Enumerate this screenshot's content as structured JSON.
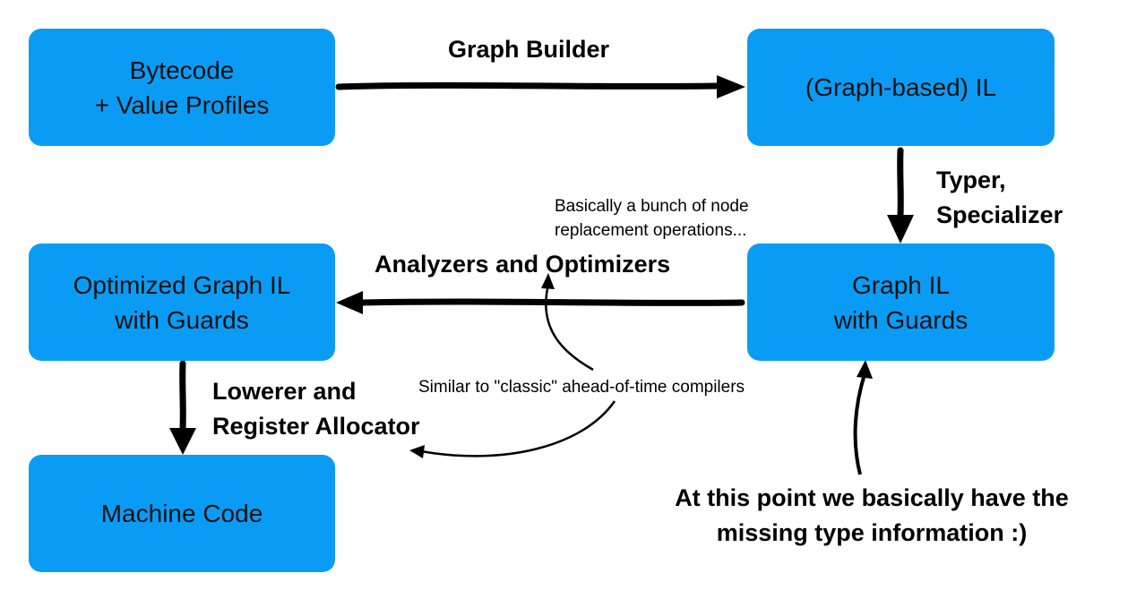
{
  "colors": {
    "box_fill": "#0a9cf5",
    "arrow": "#000000",
    "background": "#ffffff"
  },
  "boxes": {
    "bytecode": "Bytecode\n+ Value Profiles",
    "graph_il": "(Graph-based) IL",
    "graph_il_guards": "Graph IL\nwith Guards",
    "optimized_il": "Optimized Graph IL\nwith Guards",
    "machine_code": "Machine Code"
  },
  "edge_labels": {
    "graph_builder": "Graph Builder",
    "typer": "Typer,\nSpecializer",
    "analyzers": "Analyzers and Optimizers",
    "lowerer": "Lowerer and\nRegister Allocator"
  },
  "notes": {
    "node_replacement": "Basically a bunch of node\nreplacement operations...",
    "classic_compilers": "Similar to \"classic\" ahead-of-time compilers",
    "type_info": "At this point we basically have the\nmissing type information :)"
  }
}
